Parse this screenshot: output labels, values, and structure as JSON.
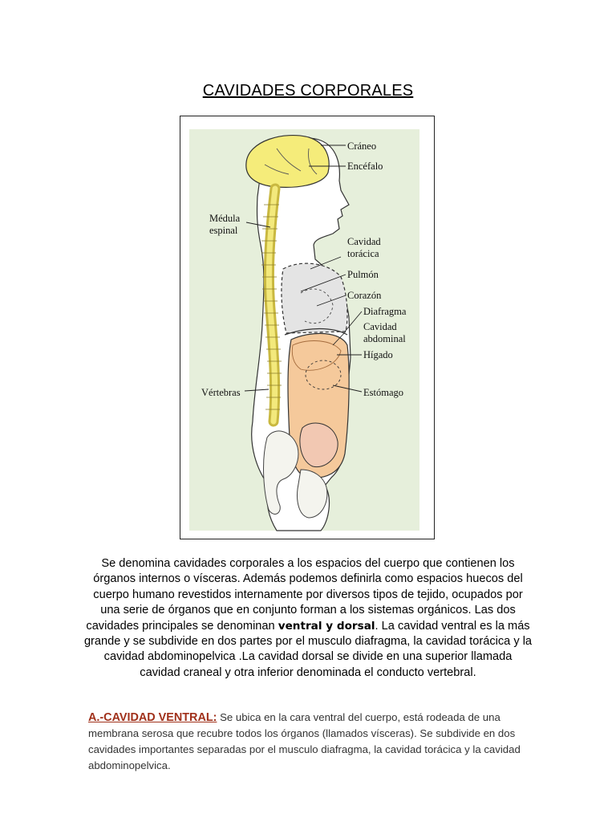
{
  "title": "CAVIDADES CORPORALES",
  "figure": {
    "labels": {
      "craneo": "Cráneo",
      "encefalo": "Encéfalo",
      "medula_1": "Médula",
      "medula_2": "espinal",
      "toracica_1": "Cavidad",
      "toracica_2": "torácica",
      "pulmon": "Pulmón",
      "corazon": "Corazón",
      "diafragma": "Diafragma",
      "abdominal_1": "Cavidad",
      "abdominal_2": "abdominal",
      "higado": "Hígado",
      "estomago": "Estómago",
      "vertebras": "Vértebras"
    },
    "colors": {
      "background": "#e6efdb",
      "brain": "#f5ec7a",
      "spine": "#f3e97c",
      "thoracic": "#e4e4e4",
      "abdominal": "#f5c99b",
      "bladder": "#f2c8b2",
      "body": "#ffffff"
    }
  },
  "paragraph": {
    "before_bold": "Se denomina cavidades corporales a los espacios del cuerpo que contienen los órganos internos o vísceras. Además podemos definirla como espacios huecos del cuerpo humano revestidos internamente por diversos tipos de tejido, ocupados por una serie de órganos que en conjunto forman a los sistemas orgánicos. Las dos cavidades principales  se denominan ",
    "bold": "ventral y dorsal",
    "after_bold": ". La cavidad ventral es la más grande y se subdivide en dos partes por el musculo diafragma, la cavidad torácica y la cavidad abdominopelvica .La cavidad dorsal se divide en una superior llamada cavidad craneal y otra inferior denominada el conducto vertebral."
  },
  "section_a": {
    "heading": "A.-CAVIDAD VENTRAL:",
    "text": " Se ubica en la cara ventral del cuerpo, está rodeada de una membrana serosa que recubre todos los órganos (llamados vísceras). Se subdivide en dos cavidades importantes separadas por el  musculo diafragma, la cavidad torácica y la cavidad abdominopelvica."
  }
}
